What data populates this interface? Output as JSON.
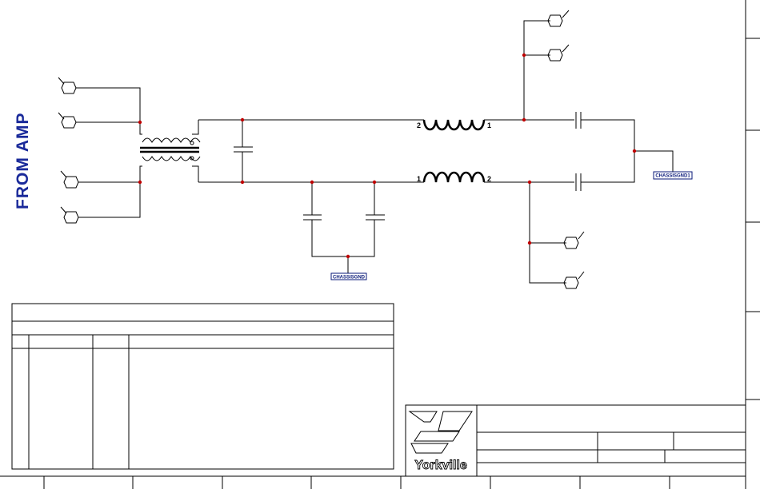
{
  "side_label": "FROM AMP",
  "pins": {
    "upper_left": "2",
    "upper_right": "1",
    "lower_left": "1",
    "lower_right": "2"
  },
  "grounds": {
    "bottom": "CHASSISGND",
    "right": "CHASSISGND1"
  },
  "logo": {
    "brand": "Yorkville"
  },
  "colors": {
    "junction": "#c00000",
    "label": "#1a2a9a",
    "ground_label": "#0a1a7a"
  }
}
